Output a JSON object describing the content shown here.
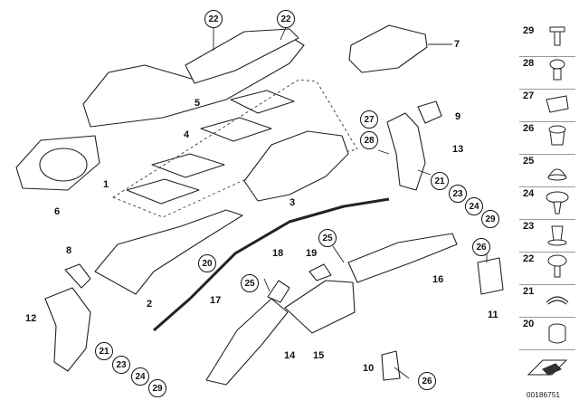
{
  "diagram": {
    "callouts_plain": [
      {
        "id": "c1",
        "text": "1"
      },
      {
        "id": "c2",
        "text": "2"
      },
      {
        "id": "c3",
        "text": "3"
      },
      {
        "id": "c4",
        "text": "4"
      },
      {
        "id": "c5",
        "text": "5"
      },
      {
        "id": "c6",
        "text": "6"
      },
      {
        "id": "c7",
        "text": "7"
      },
      {
        "id": "c8",
        "text": "8"
      },
      {
        "id": "c9",
        "text": "9"
      },
      {
        "id": "c10",
        "text": "10"
      },
      {
        "id": "c11",
        "text": "11"
      },
      {
        "id": "c12",
        "text": "12"
      },
      {
        "id": "c13",
        "text": "13"
      },
      {
        "id": "c14",
        "text": "14"
      },
      {
        "id": "c15",
        "text": "15"
      },
      {
        "id": "c16",
        "text": "16"
      },
      {
        "id": "c17",
        "text": "17"
      },
      {
        "id": "c18",
        "text": "18"
      },
      {
        "id": "c19",
        "text": "19"
      }
    ],
    "callouts_circled": [
      {
        "id": "k22a",
        "text": "22"
      },
      {
        "id": "k22b",
        "text": "22"
      },
      {
        "id": "k27",
        "text": "27"
      },
      {
        "id": "k28",
        "text": "28"
      },
      {
        "id": "k20",
        "text": "20"
      },
      {
        "id": "k25a",
        "text": "25"
      },
      {
        "id": "k25b",
        "text": "25"
      },
      {
        "id": "k26a",
        "text": "26"
      },
      {
        "id": "k26b",
        "text": "26"
      },
      {
        "id": "k21a",
        "text": "21"
      },
      {
        "id": "k23a",
        "text": "23"
      },
      {
        "id": "k24a",
        "text": "24"
      },
      {
        "id": "k29a",
        "text": "29"
      },
      {
        "id": "k21b",
        "text": "21"
      },
      {
        "id": "k23b",
        "text": "23"
      },
      {
        "id": "k24b",
        "text": "24"
      },
      {
        "id": "k29b",
        "text": "29"
      }
    ],
    "side_parts": [
      "29",
      "28",
      "27",
      "26",
      "25",
      "24",
      "23",
      "22",
      "21",
      "20"
    ],
    "diagram_id": "00186751"
  }
}
